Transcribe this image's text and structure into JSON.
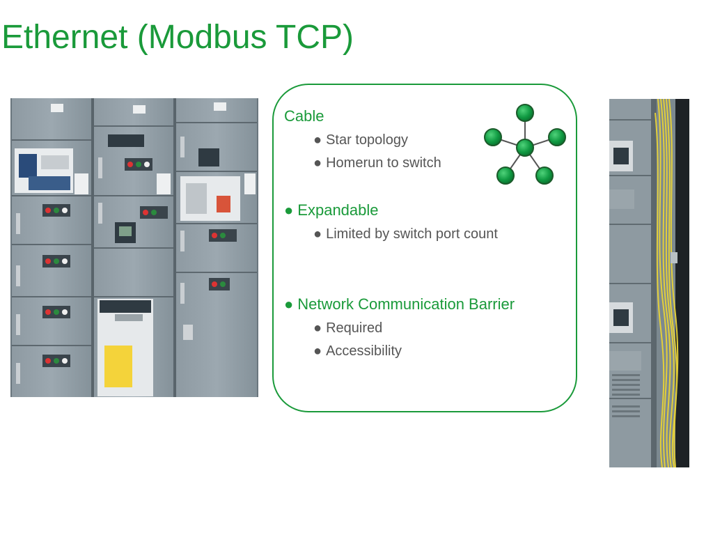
{
  "slide": {
    "title": "Ethernet (Modbus TCP)"
  },
  "content": {
    "sections": [
      {
        "heading": "Cable",
        "bullet": "",
        "items": [
          "Star topology",
          "Homerun to switch"
        ]
      },
      {
        "heading": "Expandable",
        "bullet": "●",
        "items": [
          "Limited by switch port count"
        ]
      },
      {
        "heading": "Network Communication Barrier",
        "bullet": "●",
        "items": [
          "Required",
          "Accessibility"
        ]
      }
    ],
    "sub_bullet": "●"
  },
  "colors": {
    "accent": "#1a9a3a",
    "body_text": "#555555",
    "node_fill": "#0f9b3f",
    "node_stroke": "#1b5a2a"
  },
  "icons": {
    "topology": "star-topology-icon"
  }
}
